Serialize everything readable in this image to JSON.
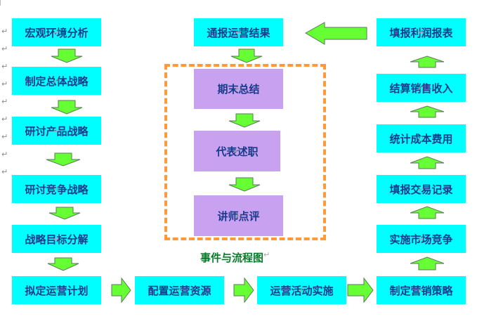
{
  "return_mark": "↵",
  "left_column": [
    "宏观环境分析",
    "制定总体战略",
    "研讨产品战略",
    "研讨竞争战略",
    "战略目标分解",
    "拟定运营计划"
  ],
  "bottom_row": [
    "配置运营资源",
    "运营活动实施"
  ],
  "right_column": [
    "填报利润报表",
    "结算销售收入",
    "统计成本费用",
    "填报交易记录",
    "实施市场竞争",
    "制定营销策略"
  ],
  "center_top": "通报运营结果",
  "center_column": [
    "期末总结",
    "代表述职",
    "讲师点评"
  ],
  "caption": "事件与流程图",
  "colors": {
    "box_fill": "#00ffff",
    "center_fill": "#c8a2f0",
    "box_text": "#1a3a8c",
    "arrow_fill": "#66ff33",
    "arrow_stroke": "#5a7a5a",
    "dashed_border": "#ff9a3c",
    "caption_text": "#0a7a2a"
  }
}
